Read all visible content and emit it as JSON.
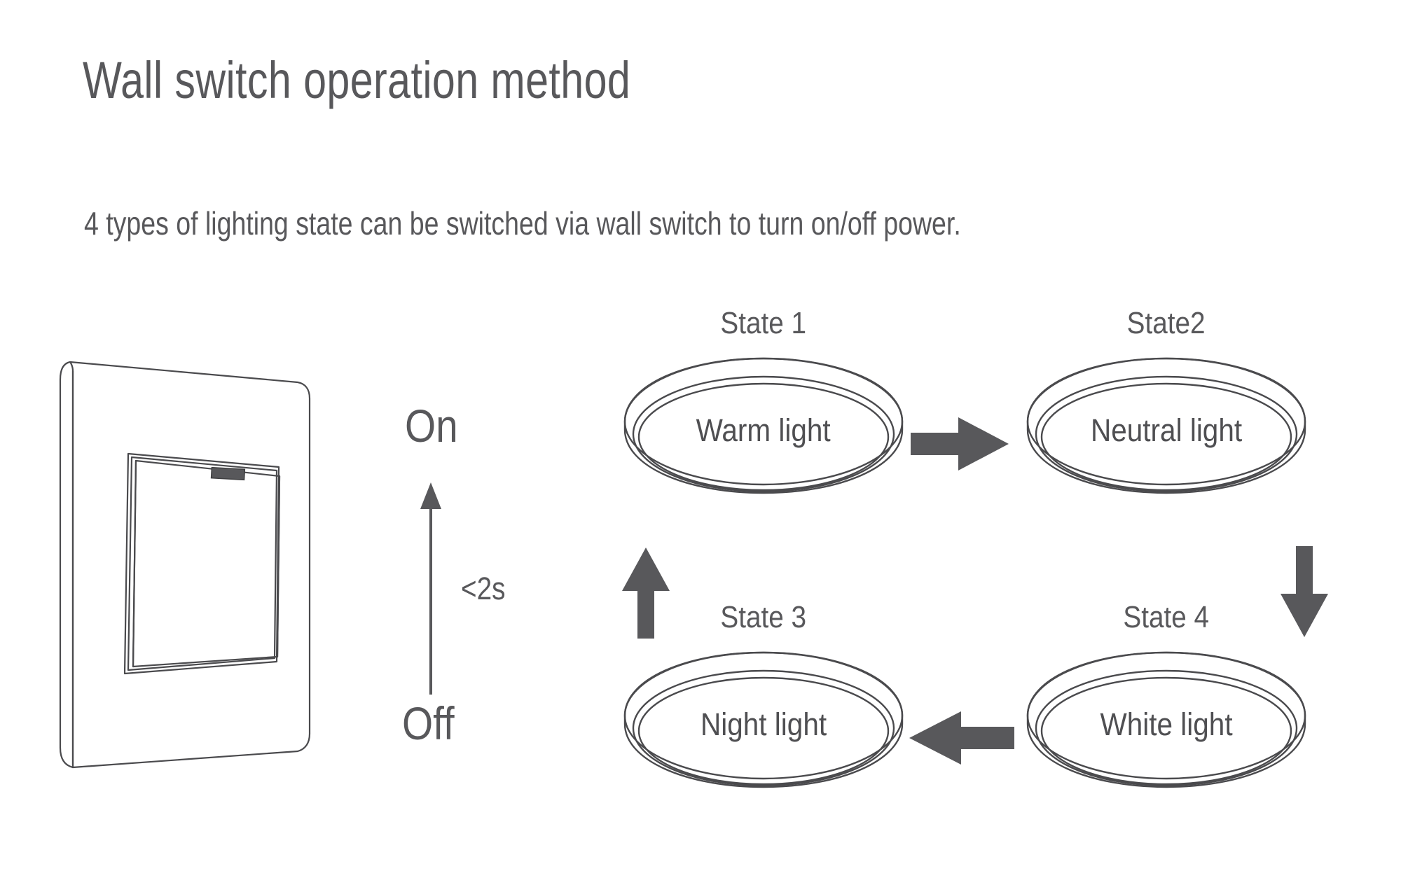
{
  "page": {
    "title": "Wall switch operation method",
    "subtitle": "4 types of lighting state can be switched via wall switch to turn on/off power."
  },
  "colors": {
    "text": "#58585b",
    "line_art": "#4a4a4d",
    "arrow_fill": "#58585b",
    "background": "#ffffff"
  },
  "switch": {
    "figure_name": "wall-switch-illustration",
    "indicator_name": "switch-indicator-led"
  },
  "toggle": {
    "on_label": "On",
    "off_label": "Off",
    "duration_label": "<2s",
    "arrow_direction": "up"
  },
  "states": [
    {
      "caption": "State 1",
      "light": "Warm light",
      "position": "top-left"
    },
    {
      "caption": "State2",
      "light": "Neutral light",
      "position": "top-right"
    },
    {
      "caption": "State 3",
      "light": "Night light",
      "position": "bottom-left"
    },
    {
      "caption": "State 4",
      "light": "White light",
      "position": "bottom-right"
    }
  ],
  "flow": [
    {
      "name": "arrow-state1-to-state2",
      "direction": "right"
    },
    {
      "name": "arrow-state2-to-state4",
      "direction": "down"
    },
    {
      "name": "arrow-state4-to-state3",
      "direction": "left"
    },
    {
      "name": "arrow-state3-to-state1",
      "direction": "up"
    }
  ]
}
